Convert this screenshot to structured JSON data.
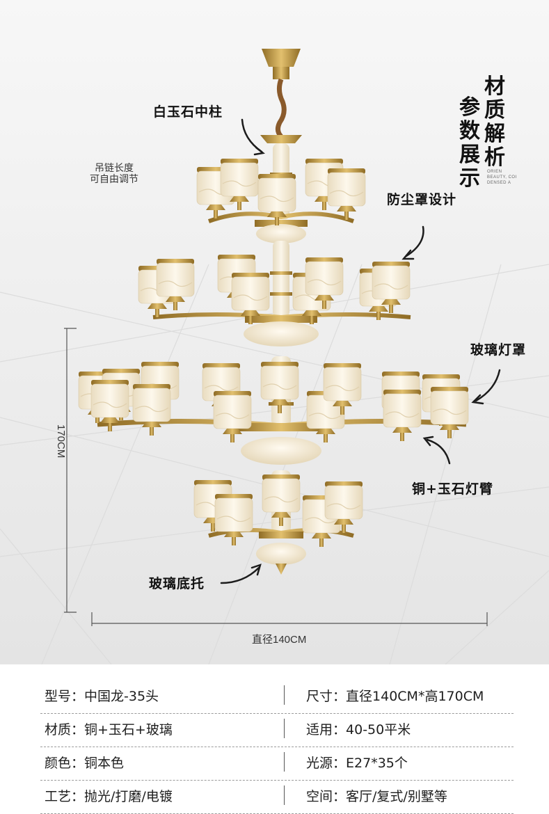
{
  "callouts": {
    "center_column": "白玉石中柱",
    "dust_cover": "防尘罩设计",
    "glass_shade": "玻璃灯罩",
    "copper_jade_arm": "铜+玉石灯臂",
    "glass_base": "玻璃底托"
  },
  "chain_note": {
    "line1": "吊链长度",
    "line2": "可自由调节"
  },
  "side_title": {
    "col1": [
      "材",
      "质",
      "解",
      "析"
    ],
    "col2": [
      "参",
      "数",
      "展",
      "示"
    ]
  },
  "tiny_text": {
    "line1": "ORIEN",
    "line2": "BEAUTY, COI",
    "line3": "DENSED A"
  },
  "dimensions": {
    "height": "170CM",
    "diameter": "直径140CM"
  },
  "specs": [
    {
      "left_key": "型号：",
      "left_value": "中国龙-35头",
      "right_key": "尺寸：",
      "right_value": "直径140CM*高170CM"
    },
    {
      "left_key": "材质：",
      "left_value": "铜+玉石+玻璃",
      "right_key": "适用：",
      "right_value": "40-50平米"
    },
    {
      "left_key": "颜色：",
      "left_value": "铜本色",
      "right_key": "光源：",
      "right_value": "E27*35个"
    },
    {
      "left_key": "工艺：",
      "left_value": "抛光/打磨/电镀",
      "right_key": "空间：",
      "right_value": "客厅/复式/别墅等"
    }
  ],
  "colors": {
    "brass": "#c8a24e",
    "brass_dark": "#9c7a2e",
    "jade": "#f1ead6",
    "shade": "#f6efdf",
    "background": "#eeeeee"
  }
}
